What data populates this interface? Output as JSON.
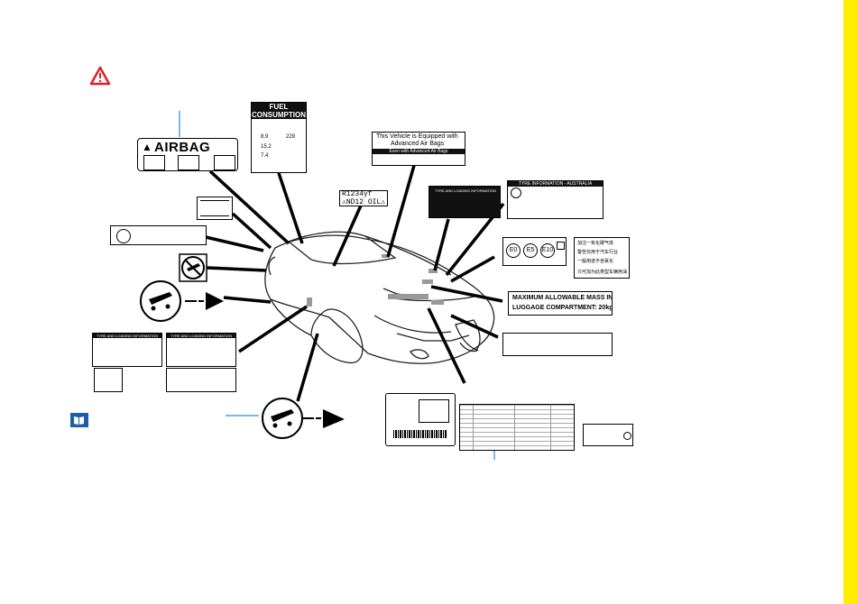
{
  "airbag": {
    "title": "AIRBAG"
  },
  "fuel": {
    "title_line1": "FUEL",
    "title_line2": "CONSUMPTION",
    "values": [
      "8.9",
      "229",
      "15.2",
      "7.4"
    ]
  },
  "advanced_airbag": {
    "line1": "This Vehicle is Equipped with",
    "line2": "Advanced Air Bags",
    "line3": "Even with Advanced Air Bags"
  },
  "refrigerant": {
    "line1": "R1234yf",
    "line2": "⚠ND12 OIL⚠"
  },
  "tyre_dark": {
    "title": "TYRE AND LOADING INFORMATION"
  },
  "tyre_australia": {
    "title": "TYRE INFORMATION - AUSTRALIA"
  },
  "fuel_compat": {
    "badges": [
      "E0",
      "E5",
      "E10"
    ]
  },
  "chinese_label": {
    "lines": [
      "加注一氧化碳气体",
      "警告仅用于汽车行业",
      "一般用途不含氯化",
      "只可加为此类型车辆用油"
    ]
  },
  "luggage": {
    "line1": "MAXIMUM ALLOWABLE MASS IN",
    "line2": "LUGGAGE COMPARTMENT: 20kg"
  },
  "tyre_left": {
    "title1": "TYRE AND LOADING INFORMATION",
    "title2": "TYRE AND LOADING INFORMATION"
  }
}
